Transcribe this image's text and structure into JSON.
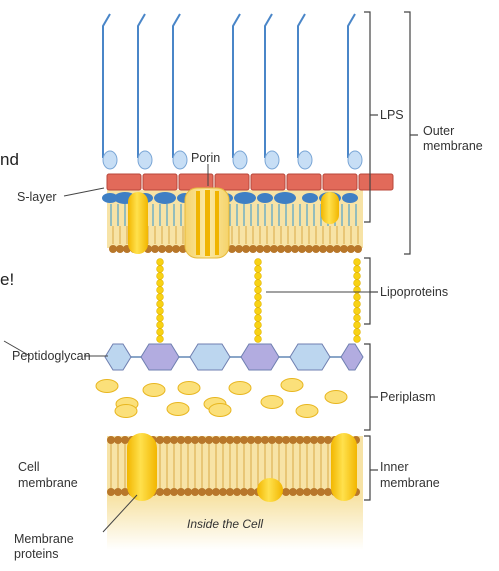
{
  "labels": {
    "lps": "LPS",
    "outer_membrane_1": "Outer",
    "outer_membrane_2": "membrane",
    "porin": "Porin",
    "s_layer": "S-layer",
    "lipoproteins": "Lipoproteins",
    "peptidoglycan": "Peptidoglycan",
    "periplasm": "Periplasm",
    "cell_membrane_1": "Cell",
    "cell_membrane_2": "membrane",
    "inner_membrane_1": "Inner",
    "inner_membrane_2": "membrane",
    "membrane_proteins_1": "Membrane",
    "membrane_proteins_2": "proteins",
    "inside_cell": "Inside the Cell"
  },
  "cutoff_text": {
    "line1": "nd",
    "line2": "e!"
  },
  "colors": {
    "lps_chain": "#4a86c8",
    "lps_head": "#c7def5",
    "s_layer": "#e26a5a",
    "membrane_band": "#f7e3a6",
    "lipid_head": "#b8772a",
    "lipid_tail": "#5fa9c9",
    "protein": "#f6c912",
    "peptidoglycan_light": "#bcd6ef",
    "peptidoglycan_dark": "#b2ace0",
    "bracket": "#444444"
  }
}
